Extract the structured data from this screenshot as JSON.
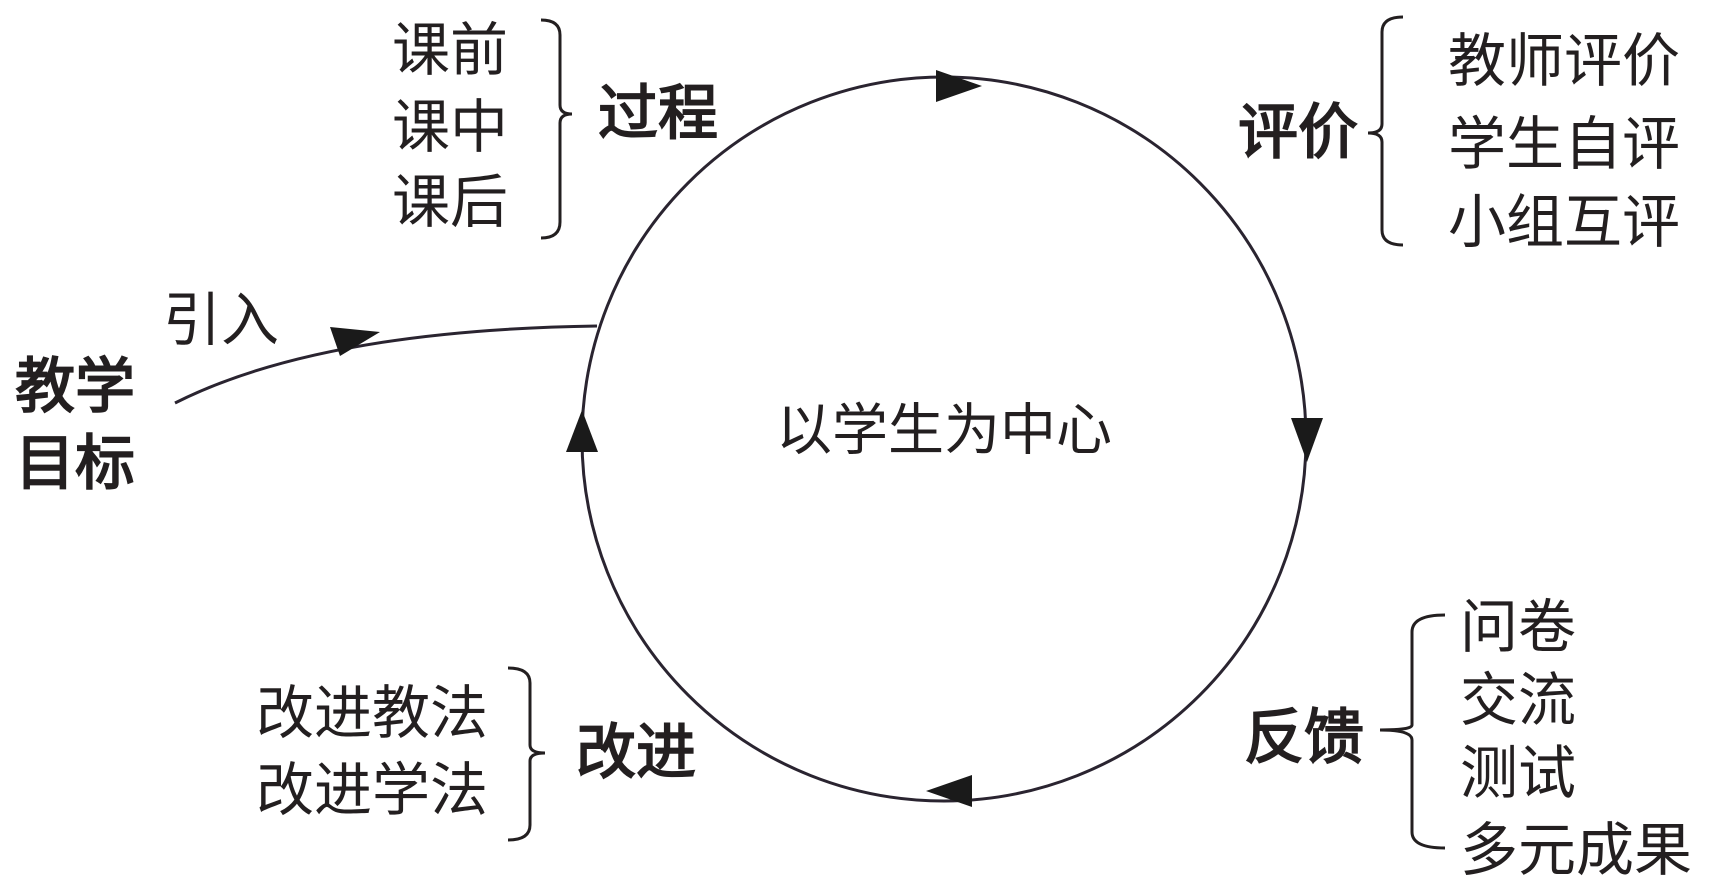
{
  "center": "以学生为中心",
  "goal": {
    "line1": "教学",
    "line2": "目标",
    "arrow_label": "引入"
  },
  "process": {
    "title": "过程",
    "items": [
      "课前",
      "课中",
      "课后"
    ]
  },
  "evaluation": {
    "title": "评价",
    "items": [
      "教师评价",
      "学生自评",
      "小组互评"
    ]
  },
  "feedback": {
    "title": "反馈",
    "items": [
      "问卷",
      "交流",
      "测试",
      "多元成果"
    ]
  },
  "improvement": {
    "title": "改进",
    "items": [
      "改进教法",
      "改进学法"
    ]
  }
}
